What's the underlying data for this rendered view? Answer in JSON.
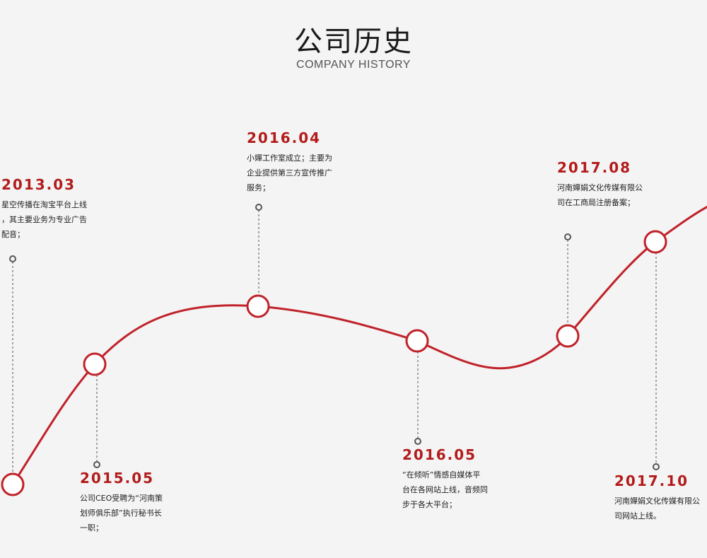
{
  "header": {
    "title": "公司历史",
    "subtitle": "COMPANY HISTORY"
  },
  "colors": {
    "curve": "#c0222a",
    "node_fill": "#ffffff",
    "connector": "#555555",
    "date": "#b31b1b"
  },
  "events": [
    {
      "date": "2013.03",
      "lines": [
        "星空传播在淘宝平台上线",
        "，其主要业务为专业广告",
        "配音；"
      ]
    },
    {
      "date": "2015.05",
      "lines": [
        "公司CEO受聘为“河南策",
        "划师俱乐部”执行秘书长",
        "一职；"
      ]
    },
    {
      "date": "2016.04",
      "lines": [
        "小嬋工作室成立；主要为",
        "企业提供第三方宣传推广",
        "服务；"
      ]
    },
    {
      "date": "2016.05",
      "lines": [
        "“在倾听”情感自媒体平",
        "台在各网站上线，音频同",
        "步于各大平台；"
      ]
    },
    {
      "date": "2017.08",
      "lines": [
        "河南嬋娟文化传媒有限公",
        "司在工商局注册备案；"
      ]
    },
    {
      "date": "2017.10",
      "lines": [
        "河南嬋娟文化传媒有限公",
        "司网站上线。"
      ]
    }
  ]
}
